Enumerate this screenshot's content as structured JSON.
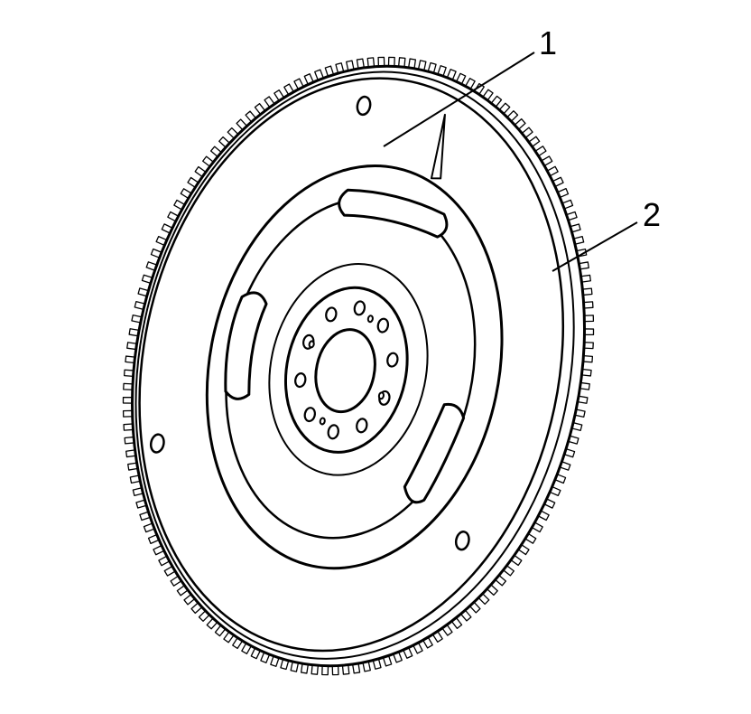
{
  "diagram": {
    "callouts": [
      {
        "id": "1",
        "label": "1"
      },
      {
        "id": "2",
        "label": "2"
      }
    ],
    "colors": {
      "stroke": "#000000",
      "fill": "#ffffff"
    }
  }
}
